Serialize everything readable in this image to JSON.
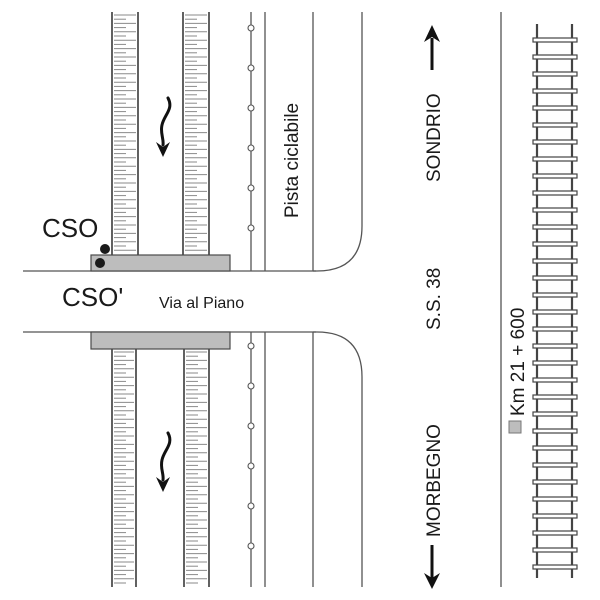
{
  "labels": {
    "cso": "CSO",
    "cso_prime": "CSO'",
    "via_al_piano": "Via al Piano",
    "pista_ciclabile": "Pista ciclabile",
    "sondrio": "SONDRIO",
    "morbegno": "MORBEGNO",
    "ss38": "S.S. 38",
    "km_marker": "Km 21 + 600"
  },
  "icons": {
    "flow_arrow": "wavy-down-arrow",
    "direction_up": "arrow-up",
    "direction_down": "arrow-down",
    "km_marker": "gray-square",
    "cso_point": "black-dot",
    "railway": "railway-track",
    "bike_path_posts": "small-circle"
  },
  "colors": {
    "background": "#ffffff",
    "line": "#555555",
    "culvert_fill": "#bdbdbd",
    "marker_fill": "#bdbdbd",
    "text": "#1a1a1a"
  }
}
